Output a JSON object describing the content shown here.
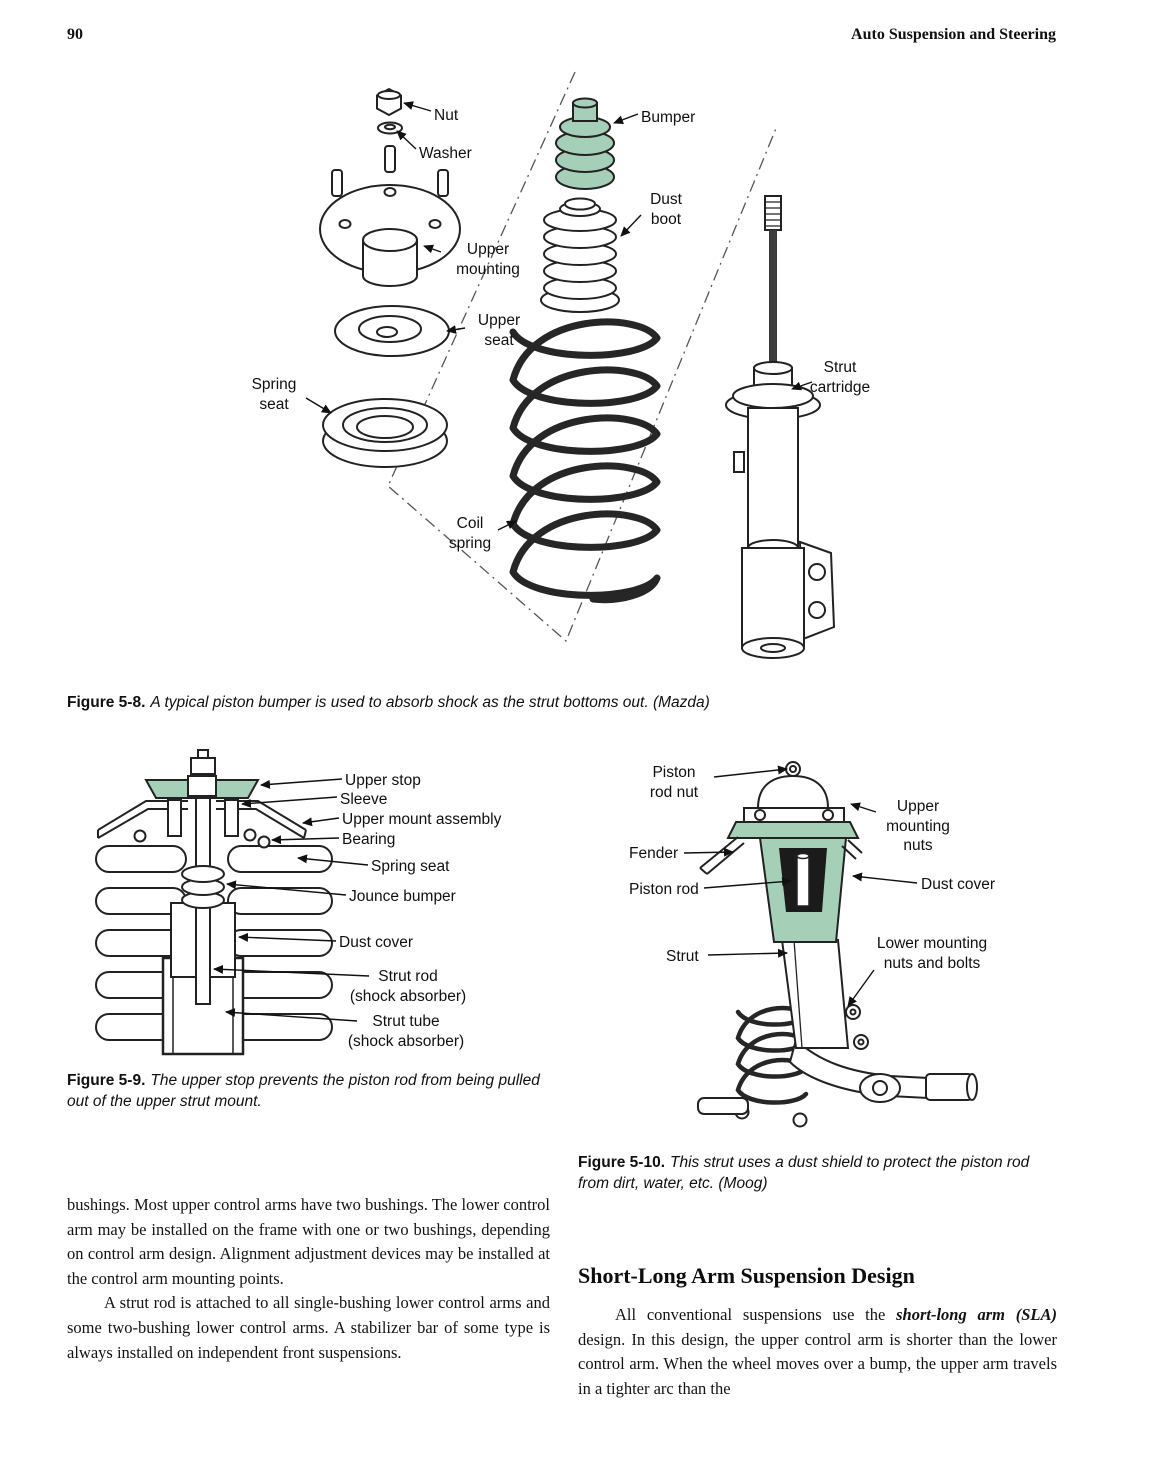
{
  "page": {
    "number": "90",
    "running_title": "Auto Suspension and Steering"
  },
  "colors": {
    "highlight_green": "#a5cfb7",
    "ink": "#222222"
  },
  "fig58": {
    "labels": {
      "nut": "Nut",
      "washer": "Washer",
      "bumper": "Bumper",
      "dust_boot": "Dust\nboot",
      "upper_mounting": "Upper\nmounting",
      "upper_seat": "Upper\nseat",
      "spring_seat": "Spring\nseat",
      "coil_spring": "Coil\nspring",
      "strut_cartridge": "Strut\ncartridge"
    },
    "caption_label": "Figure 5-8.",
    "caption": "A typical piston bumper is used to absorb shock as the strut bottoms out. (Mazda)"
  },
  "fig59": {
    "labels": {
      "upper_stop": "Upper stop",
      "sleeve": "Sleeve",
      "upper_mount_assembly": "Upper mount assembly",
      "bearing": "Bearing",
      "spring_seat": "Spring seat",
      "jounce_bumper": "Jounce bumper",
      "dust_cover": "Dust cover",
      "strut_rod": "Strut rod\n(shock absorber)",
      "strut_tube": "Strut tube\n(shock absorber)"
    },
    "caption_label": "Figure 5-9.",
    "caption": "The upper stop prevents the piston rod from being pulled out of the upper strut mount."
  },
  "fig510": {
    "labels": {
      "piston_rod_nut": "Piston\nrod nut",
      "upper_mounting_nuts": "Upper\nmounting\nnuts",
      "fender": "Fender",
      "dust_cover": "Dust cover",
      "piston_rod": "Piston rod",
      "strut": "Strut",
      "lower_mounting": "Lower mounting\nnuts and bolts"
    },
    "caption_label": "Figure 5-10.",
    "caption": "This strut uses a dust shield to protect the piston rod from dirt, water, etc. (Moog)"
  },
  "body": {
    "p1": "bushings. Most upper control arms have two bushings. The lower control arm may be installed on the frame with one or two bushings, depending on control arm design. Alignment adjustment devices may be installed at the control arm mounting points.",
    "p2": "A strut rod is attached to all single-bushing lower control arms and some two-bushing lower control arms. A stabilizer bar of some type is always installed on independent front suspensions."
  },
  "section": {
    "heading": "Short-Long Arm Suspension Design",
    "p1_before": "All conventional suspensions use the ",
    "p1_bold": "short-long arm (SLA)",
    "p1_after": " design. In this design, the upper control arm is shorter than the lower control arm. When the wheel moves over a bump, the upper arm travels in a tighter arc than the"
  }
}
